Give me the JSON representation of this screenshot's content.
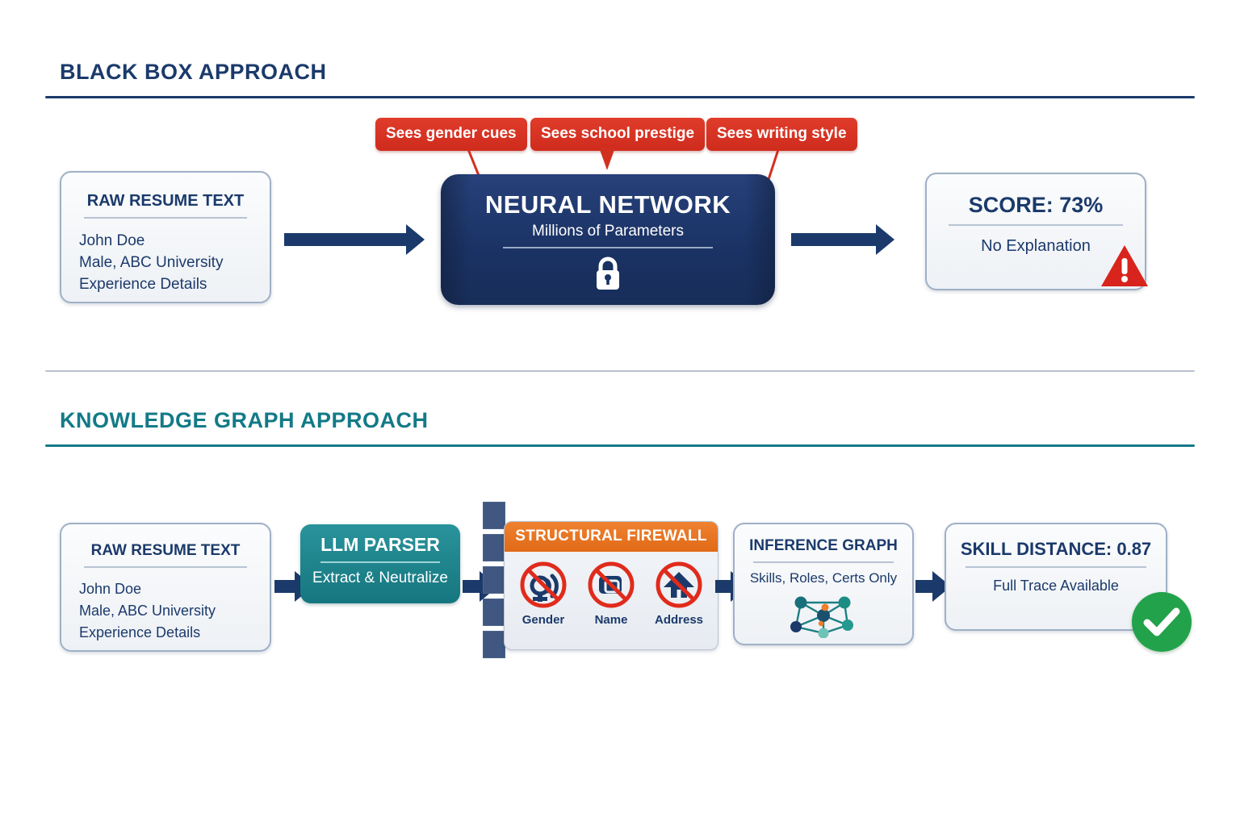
{
  "sections": {
    "black_box": {
      "title": "BLACK BOX APPROACH",
      "accent": "#1b3a6b"
    },
    "knowledge_graph": {
      "title": "KNOWLEDGE GRAPH APPROACH",
      "accent": "#137a87"
    }
  },
  "black_box": {
    "raw_resume": {
      "title": "RAW RESUME TEXT",
      "lines": [
        "John Doe",
        "Male, ABC University",
        "Experience Details"
      ]
    },
    "model": {
      "title": "NEURAL NETWORK",
      "subtitle": "Millions of Parameters",
      "icon": "lock-icon",
      "color": "#1b3365"
    },
    "callouts": [
      {
        "label": "Sees gender cues"
      },
      {
        "label": "Sees school prestige"
      },
      {
        "label": "Sees writing style"
      }
    ],
    "callout_color": "#d2301f",
    "result": {
      "title": "SCORE: 73%",
      "subtitle": "No Explanation",
      "badge": "warning-triangle-icon",
      "badge_color": "#d8241c"
    }
  },
  "knowledge_graph": {
    "raw_resume": {
      "title": "RAW RESUME TEXT",
      "lines": [
        "John Doe",
        "Male, ABC University",
        "Experience Details"
      ]
    },
    "parser": {
      "title": "LLM PARSER",
      "subtitle": "Extract & Neutralize",
      "color": "#16767f"
    },
    "firewall": {
      "title": "STRUCTURAL FIREWALL",
      "header_color": "#e06a17",
      "blocked": [
        {
          "label": "Gender",
          "icon": "no-gender-icon"
        },
        {
          "label": "Name",
          "icon": "no-name-tag-icon"
        },
        {
          "label": "Address",
          "icon": "no-house-icon"
        }
      ]
    },
    "inference": {
      "title": "INFERENCE GRAPH",
      "subtitle": "Skills, Roles, Certs Only",
      "icon": "network-graph-icon"
    },
    "result": {
      "title": "SKILL DISTANCE: 0.87",
      "subtitle": "Full Trace Available",
      "badge": "check-circle-icon",
      "badge_color": "#22a24a"
    }
  }
}
